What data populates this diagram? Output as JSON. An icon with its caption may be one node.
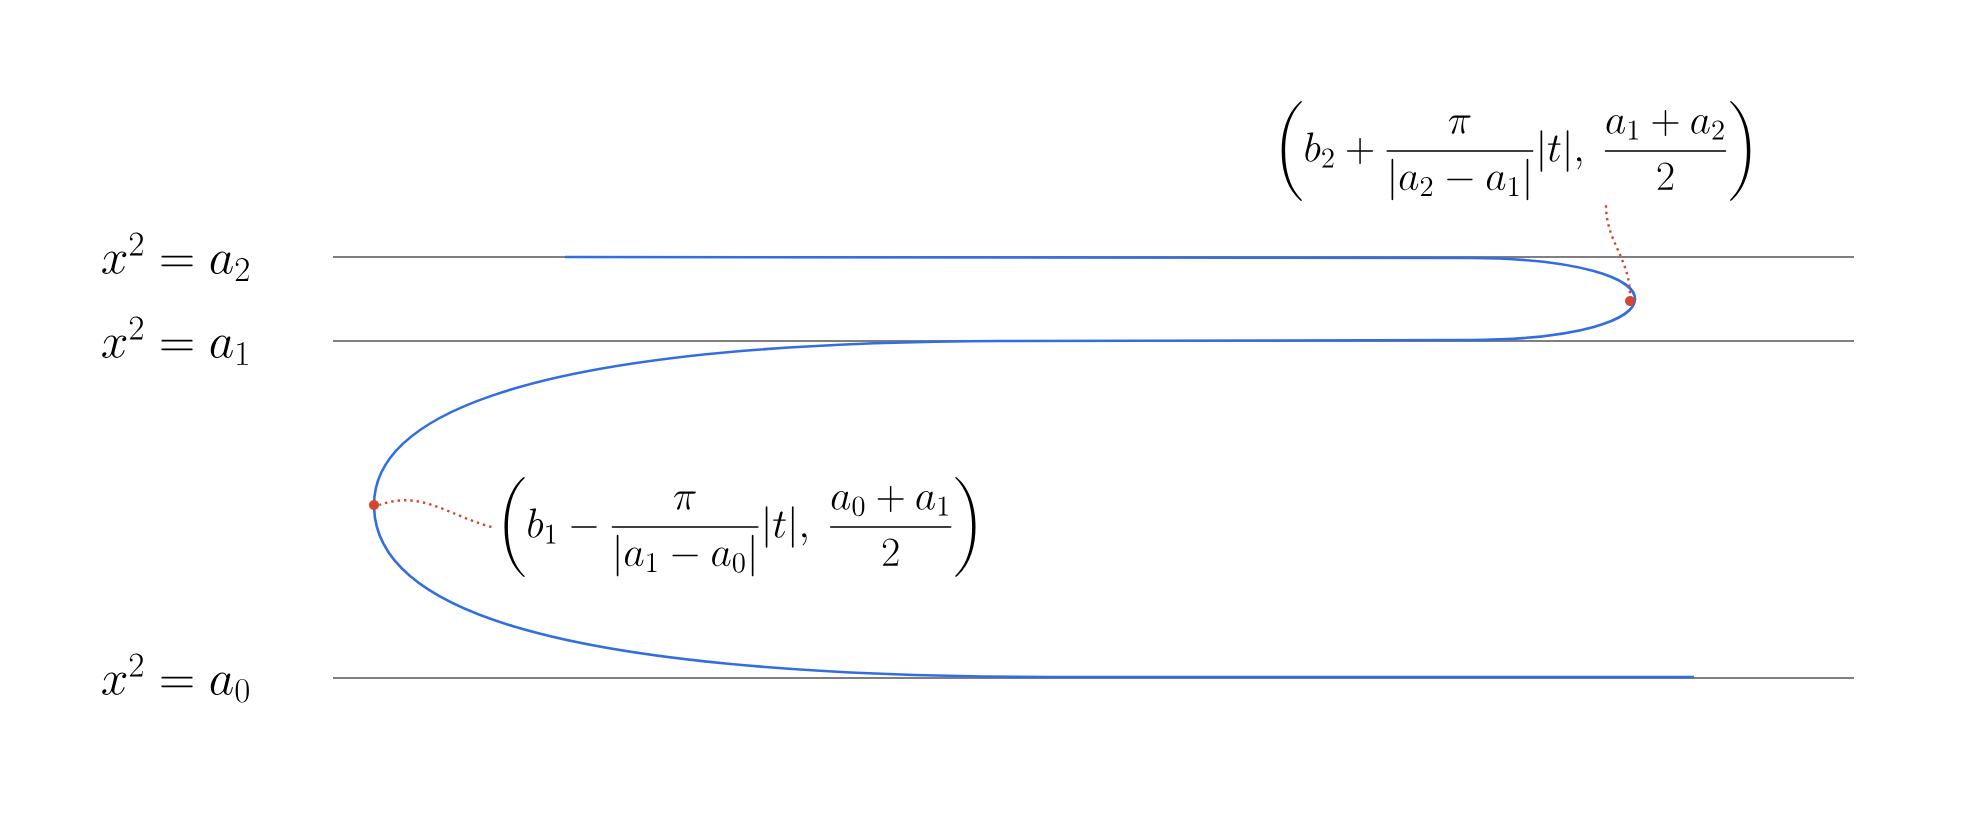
{
  "diagram": {
    "nodes": [
      {
        "text": [
          "\\left(b_2+\\frac{\\pi}{|a_2-a_1|}|t|,\\ \\frac{a_1+a_2}{2}\\right)"
        ]
      },
      {
        "text": [],
        "shape": "dot"
      },
      {
        "text": [],
        "shape": "dot"
      },
      {
        "text": [
          "\\left(b_1-\\frac{\\pi}{|a_1-a_0|}|t|,\\ \\frac{a_0+a_1}{2}\\right)"
        ]
      }
    ],
    "edges": [
      {
        "from": 0,
        "to": 1,
        "arrow": "none",
        "style": "dashed"
      },
      {
        "from": 3,
        "to": 2,
        "arrow": "none",
        "style": "dashed"
      }
    ],
    "labels": [
      "x^2 = a_2",
      "x^2 = a_1",
      "x^2 = a_0"
    ]
  }
}
